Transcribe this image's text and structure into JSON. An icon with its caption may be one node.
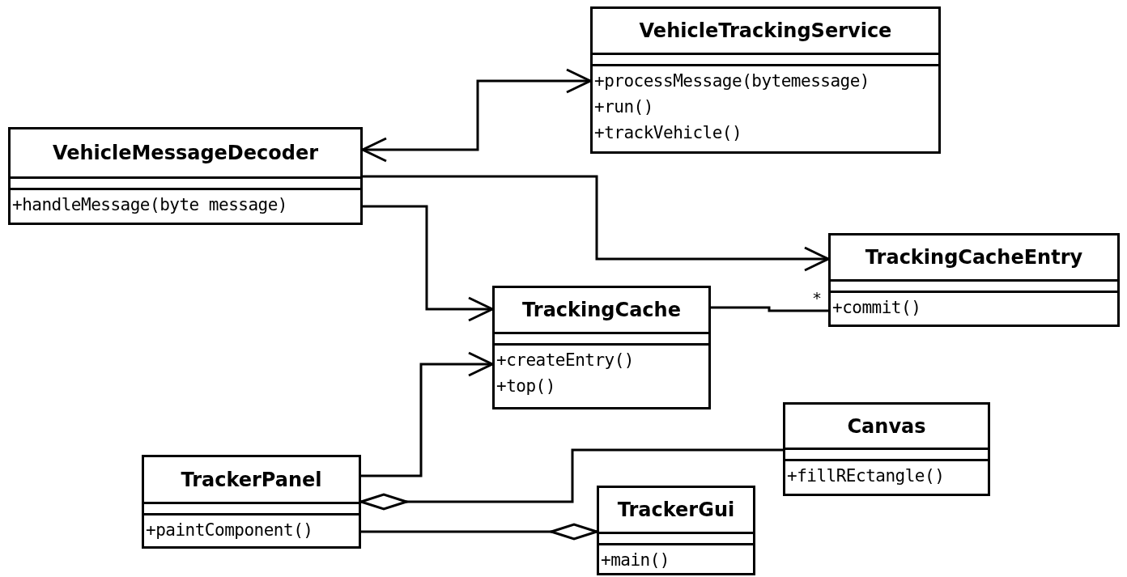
{
  "diagram": {
    "nodes": [
      {
        "text": [
          "VehicleTrackingService",
          "+processMessage(bytemessage)",
          "+run()",
          "+trackVehicle()"
        ]
      },
      {
        "text": [
          "VehicleMessageDecoder",
          "+handleMessage(byte message)"
        ]
      },
      {
        "text": [
          "TrackingCacheEntry",
          "+commit()"
        ]
      },
      {
        "text": [
          "TrackingCache",
          "+createEntry()",
          "+top()"
        ]
      },
      {
        "text": [
          "Canvas",
          "+fillREctangle()"
        ]
      },
      {
        "text": [
          "TrackerPanel",
          "+paintComponent()"
        ]
      },
      {
        "text": [
          "TrackerGui",
          "+main()"
        ]
      }
    ],
    "edges": [
      {
        "from": 1,
        "to": 0,
        "arrow": "both"
      },
      {
        "from": 1,
        "to": 2,
        "arrow": "to"
      },
      {
        "from": 1,
        "to": 3,
        "arrow": "to"
      },
      {
        "from": 3,
        "to": 2,
        "arrow": "none",
        "label": "*"
      },
      {
        "from": 5,
        "to": 3,
        "arrow": "to"
      },
      {
        "from": 4,
        "to": 5,
        "arrow": "other"
      },
      {
        "from": 5,
        "to": 6,
        "arrow": "other"
      }
    ]
  }
}
